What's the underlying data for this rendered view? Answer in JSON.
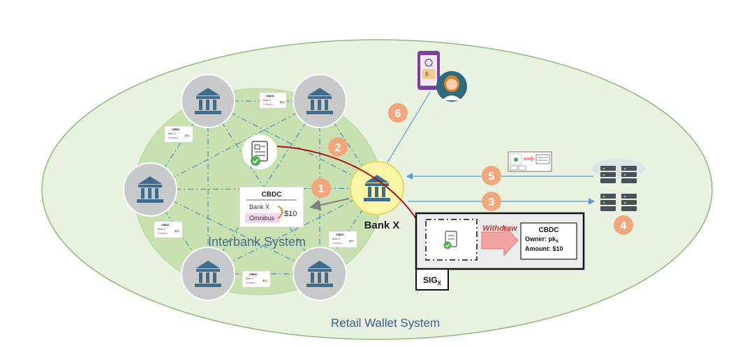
{
  "colors": {
    "outer_fill": "#e9f1e0",
    "inner_fill": "#c9e0b1",
    "bank_fill": "#c8c9cb",
    "bank_icon": "#3f6b8c",
    "bank_x_fill": "#fbf5a8",
    "step_badge": "#f2a77a",
    "withdraw_arrow": "#f4a3a3",
    "withdraw_text": "#c0392b",
    "red_arrow": "#a31515",
    "blue_line": "#5b9bd5"
  },
  "labels": {
    "retail_wallet_system": "Retail Wallet System",
    "interbank_system": "Interbank System",
    "bank_x": "Bank X",
    "withdraw": "Withdraw",
    "sig_main": "SIG",
    "sig_sub": "X"
  },
  "ledger": {
    "title": "CBDC",
    "from": "Bank X",
    "to": "Omnibus",
    "amount": "$10"
  },
  "mini_ledger": {
    "title": "CBDC",
    "from": "Bank X",
    "to": "Omnibus",
    "amount": "$10"
  },
  "cbdc_box": {
    "title": "CBDC",
    "owner_label": "Owner: pk",
    "owner_sub": "X",
    "amount_label": "Amount: $10"
  },
  "steps": [
    "1",
    "2",
    "3",
    "4",
    "5",
    "6"
  ],
  "icons": {
    "bank": "bank-building-icon",
    "receipt": "signed-receipt-icon",
    "checkmark": "checkmark-icon",
    "servers": "server-stack-icon",
    "phone": "mobile-wallet-icon",
    "user": "user-avatar-icon"
  }
}
